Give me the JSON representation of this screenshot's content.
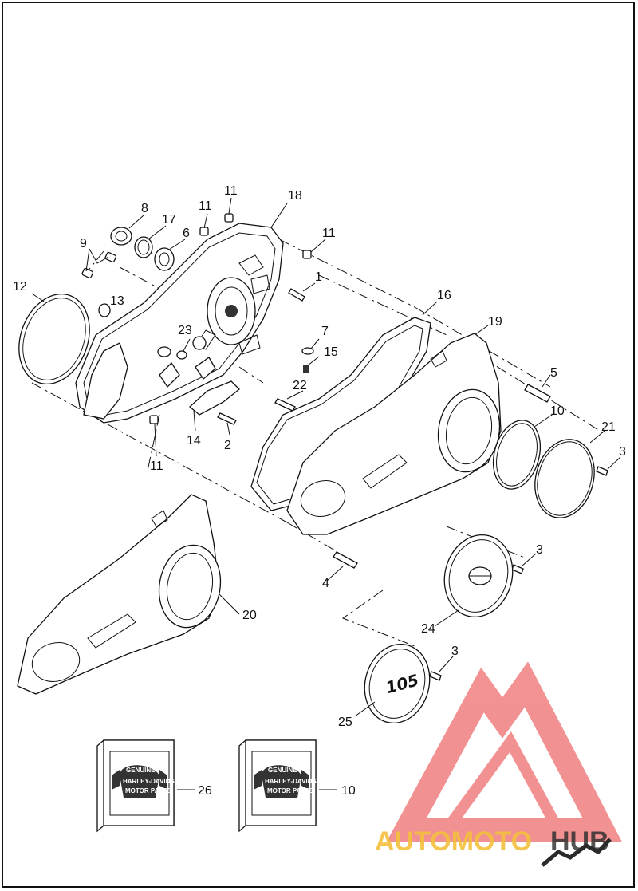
{
  "callouts": {
    "c1": "1",
    "c2": "2",
    "c3a": "3",
    "c3b": "3",
    "c3c": "3",
    "c4": "4",
    "c5": "5",
    "c6": "6",
    "c7": "7",
    "c8": "8",
    "c9": "9",
    "c10a": "10",
    "c10b": "10",
    "c11a": "11",
    "c11b": "11",
    "c11c": "11",
    "c11d": "11",
    "c12": "12",
    "c13": "13",
    "c14": "14",
    "c15": "15",
    "c16": "16",
    "c17": "17",
    "c18": "18",
    "c19": "19",
    "c20": "20",
    "c21": "21",
    "c22": "22",
    "c23": "23",
    "c24": "24",
    "c25": "25",
    "c26": "26"
  },
  "derby_cover_text": "105",
  "emblem": {
    "top": "GENUINE",
    "middle": "HARLEY-DAVIDSON",
    "bottom": "MOTOR PARTS"
  },
  "watermark": {
    "part1": "AUTOMOTO",
    "part2": "HUB",
    "color_primary": "#f4c03d",
    "color_secondary": "#2a2a2a",
    "logo_color": "#e8383a"
  }
}
